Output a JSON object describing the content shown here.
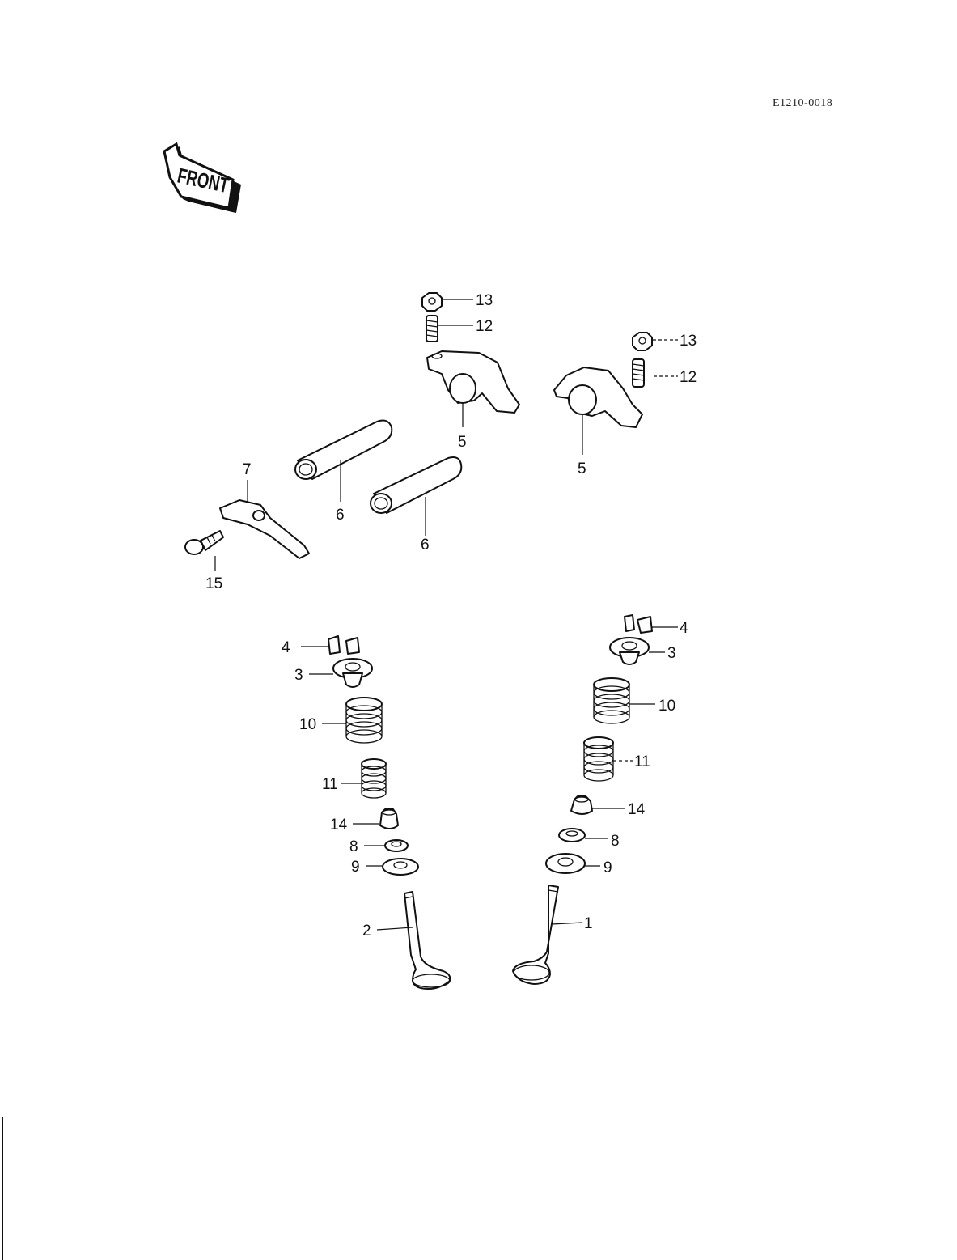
{
  "drawing_code": "E1210-0018",
  "front_arrow_text": "FRONT",
  "callouts": {
    "c1": "1",
    "c2": "2",
    "c3_left": "3",
    "c3_right": "3",
    "c4_left": "4",
    "c4_right": "4",
    "c5_left": "5",
    "c5_right": "5",
    "c6_upper": "6",
    "c6_lower": "6",
    "c7": "7",
    "c8_left": "8",
    "c8_right": "8",
    "c9_left": "9",
    "c9_right": "9",
    "c10_left": "10",
    "c10_right": "10",
    "c11_left": "11",
    "c11_right": "11",
    "c12_left": "12",
    "c12_right": "12",
    "c13_left": "13",
    "c13_right": "13",
    "c14_left": "14",
    "c14_right": "14",
    "c15": "15"
  }
}
